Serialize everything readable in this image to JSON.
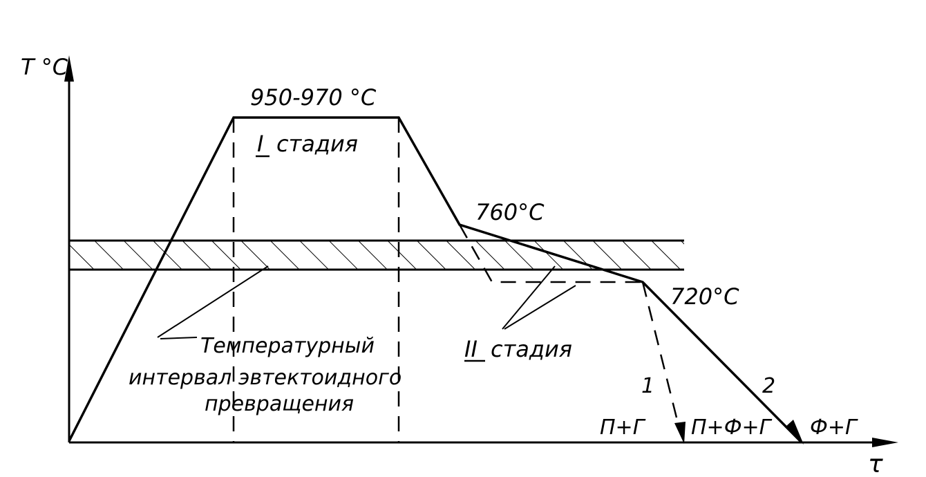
{
  "axes": {
    "y_label": "T °C",
    "x_label": "τ"
  },
  "labels": {
    "soak_temp": "950-970 °C",
    "stage_one_numeral": "I",
    "stage_one_word": "стадия",
    "temp_760": "760°C",
    "temp_720": "720°C",
    "stage_two_numeral": "II",
    "stage_two_word": "стадия",
    "interval_line1": "Температурный",
    "interval_line2": "интервал эвтектоидного",
    "interval_line3": "превращения",
    "path1_number": "1",
    "path2_number": "2",
    "phase_p_g": "П+Г",
    "phase_p_f_g": "П+Ф+Г",
    "phase_f_g": "Ф+Г"
  },
  "style": {
    "ink": "#000000"
  }
}
